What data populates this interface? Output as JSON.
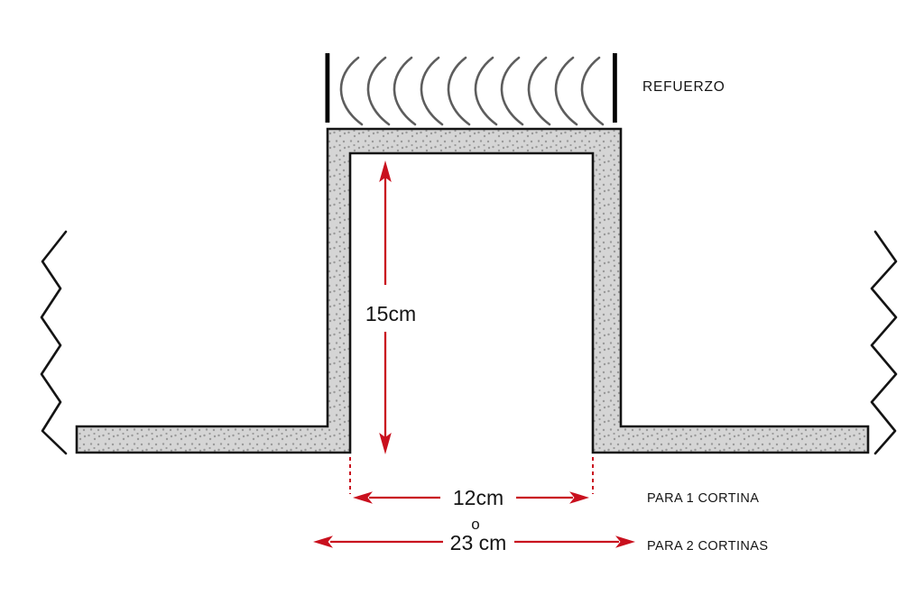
{
  "diagram": {
    "description": "Cross-section diagram of a ceiling curtain recess (pocket) with reinforcement",
    "labels": {
      "reinforcement": "REFUERZO",
      "depth": "15cm",
      "width_single": "12cm",
      "or": "o",
      "width_double": "23 cm",
      "for_one_curtain": "PARA 1 CORTINA",
      "for_two_curtains": "PARA 2 CORTINAS"
    },
    "dimensions": {
      "recess_depth_cm": 15,
      "recess_width_one_curtain_cm": 12,
      "recess_width_two_curtains_cm": 23
    },
    "colors": {
      "dimension_red": "#c9101e",
      "outline_black": "#141414",
      "concrete_fill": "#d5d5d5",
      "concrete_dots": "#9a9a9a",
      "coil_gray": "#5d5d5d",
      "background": "#ffffff"
    },
    "symbols": {
      "reinforcement_coil_count": 10,
      "break_lines": 2
    }
  }
}
